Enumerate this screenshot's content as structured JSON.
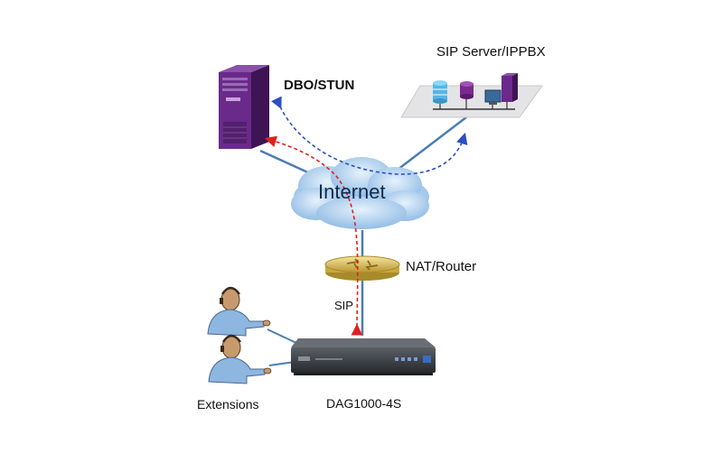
{
  "diagram": {
    "nodes": {
      "dbo_stun": {
        "label": "DBO/STUN",
        "icon": "server-tower-icon"
      },
      "sip_server": {
        "label": "SIP Server/IPPBX",
        "icon": "server-rack-icon"
      },
      "internet": {
        "label": "Internet",
        "icon": "cloud-icon"
      },
      "nat_router": {
        "label": "NAT/Router",
        "icon": "router-icon"
      },
      "dag_gateway": {
        "label": "DAG1000-4S",
        "icon": "gateway-device-icon"
      },
      "extensions": {
        "label": "Extensions",
        "icon": "phone-user-icon"
      }
    },
    "links": {
      "sip_label": "SIP"
    },
    "colors": {
      "link": "#4a7db5",
      "signaling_red": "#e02020",
      "signaling_blue": "#2b4fc4",
      "server_purple": "#6a2a8a",
      "cloud_blue": "#a9cdee",
      "router_gold": "#d8b845"
    }
  }
}
